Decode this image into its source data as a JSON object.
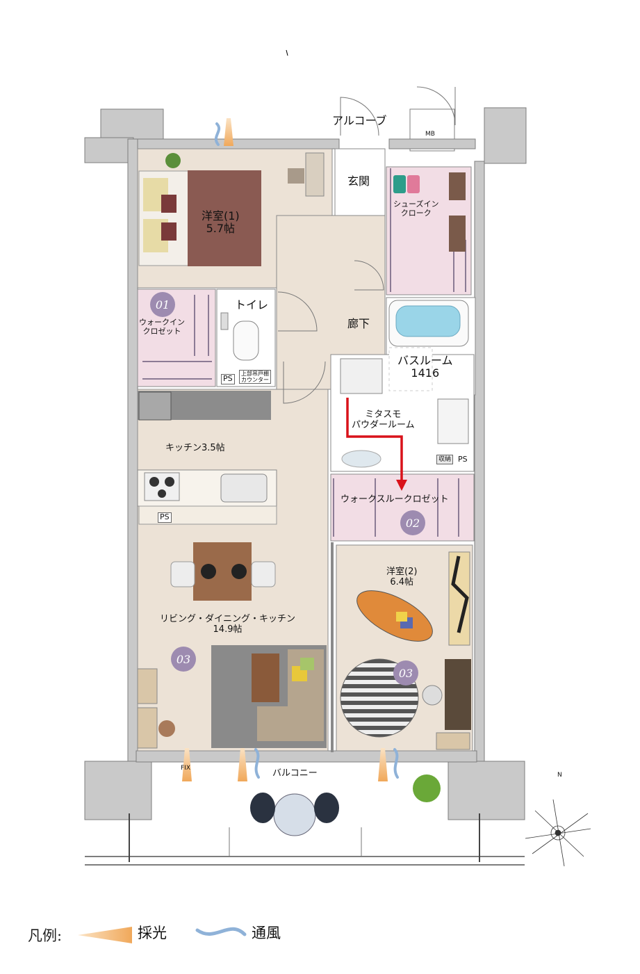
{
  "rooms": {
    "alcove": "アルコーブ",
    "mb": "MB",
    "genkan": "玄関",
    "shoes_cloak": [
      "シューズイン",
      "クローク"
    ],
    "western1": [
      "洋室(1)",
      "5.7帖"
    ],
    "walkin_closet": [
      "ウォークイン",
      "クロゼット"
    ],
    "toilet": "トイレ",
    "corridor": "廊下",
    "bathroom": [
      "バスルーム",
      "1416"
    ],
    "powder": [
      "ミタスモ",
      "パウダールーム"
    ],
    "storage": "収納",
    "ps1": "PS",
    "ps2": "PS",
    "ps3": "PS",
    "upper_cabinet": [
      "上部吊戸棚",
      "カウンター"
    ],
    "kitchen": "キッチン3.5帖",
    "walkthrough": "ウォークスルークロゼット",
    "western2": [
      "洋室(2)",
      "6.4帖"
    ],
    "ldk": [
      "リビング・ダイニング・キッチン",
      "14.9帖"
    ],
    "balcony": "バルコニー",
    "fix": "FIX",
    "north": "N"
  },
  "badges": [
    "01",
    "02",
    "03",
    "03"
  ],
  "legend": {
    "title": "凡例:",
    "light": "採光",
    "wind": "通風"
  },
  "colors": {
    "wall": "#c9c9c9",
    "wall_edge": "#7d7d7d",
    "floor_wood": "#ece2d6",
    "closet_pink": "#f2dde5",
    "wet_area": "#ffffff",
    "badge": "#9d8bb0",
    "arrow": "#d9121a",
    "light_orange": "#f2b46a",
    "wind_blue": "#8fb2d8"
  }
}
